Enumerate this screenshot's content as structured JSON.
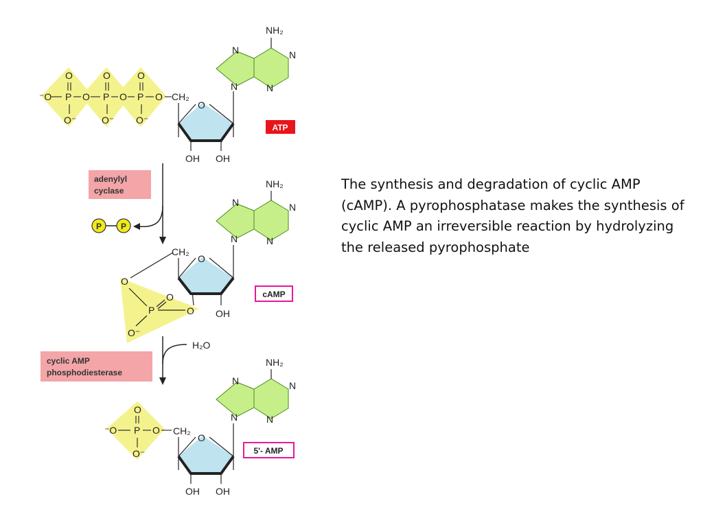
{
  "caption": "The synthesis and degradation of cyclic AMP (cAMP). A pyrophosphatase makes the synthesis of cyclic AMP an irreversible reaction by hydrolyzing the released pyrophosphate",
  "molecules": {
    "atp": {
      "label": "ATP"
    },
    "camp": {
      "label": "cAMP"
    },
    "amp": {
      "label": "5'- AMP"
    }
  },
  "enzymes": {
    "cyclase_line1": "adenylyl",
    "cyclase_line2": "cyclase",
    "pde_line1": "cyclic AMP",
    "pde_line2": "phosphodiesterase"
  },
  "pyrophosphate": {
    "p1": "P",
    "p2": "P"
  },
  "water": "H₂O",
  "atoms": {
    "nh2": "NH₂",
    "n": "N",
    "o": "O",
    "p": "P",
    "oh": "OH",
    "ch2": "CH₂",
    "o_minus": "O⁻",
    "minus_o": "⁻O"
  },
  "colors": {
    "phosphate": "#f4f28c",
    "ribose": "#bfe3ef",
    "adenine": "#c6ef8a",
    "atp_badge": "#e8151b",
    "enzyme_box": "#f3a5a8",
    "label_border": "#e6179d",
    "p_circle": "#f2ea19"
  }
}
